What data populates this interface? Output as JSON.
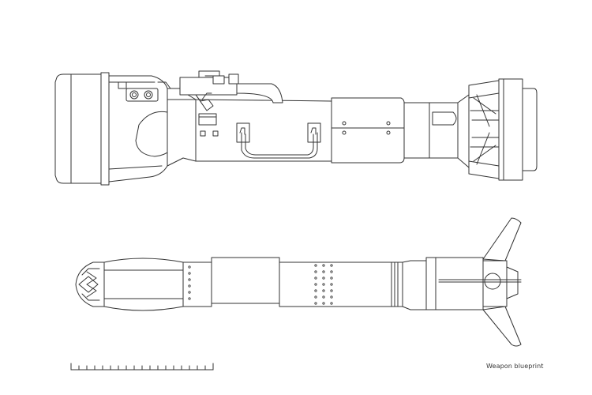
{
  "caption": "Weapon blueprint",
  "drawing": {
    "views": [
      "launcher-side-view",
      "projectile-side-view"
    ],
    "scale_bar_divisions": 18
  },
  "colors": {
    "line": "#333333",
    "background": "#ffffff"
  }
}
